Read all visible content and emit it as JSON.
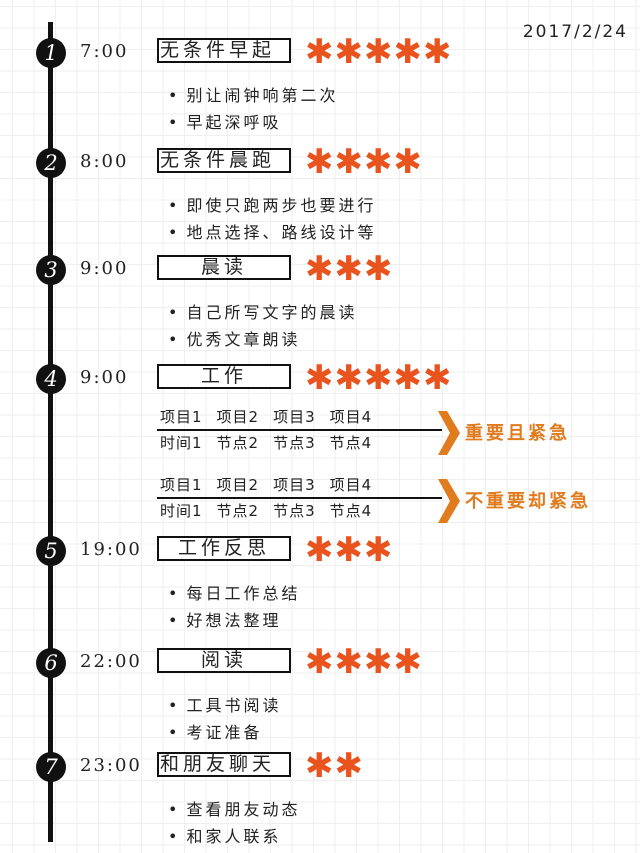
{
  "date": "2017/2/24",
  "colors": {
    "accent": "#e8531e",
    "category": "#e07b1e",
    "line": "#111111"
  },
  "entries": [
    {
      "num": "1",
      "time": "7:00",
      "title": "无条件早起",
      "stars": "✱✱✱✱✱",
      "rating": 5,
      "bullets": [
        "别让闹钟响第二次",
        "早起深呼吸"
      ]
    },
    {
      "num": "2",
      "time": "8:00",
      "title": "无条件晨跑",
      "stars": "✱✱✱✱",
      "rating": 4,
      "bullets": [
        "即使只跑两步也要进行",
        "地点选择、路线设计等"
      ]
    },
    {
      "num": "3",
      "time": "9:00",
      "title": "晨读",
      "stars": "✱✱✱",
      "rating": 3,
      "bullets": [
        "自己所写文字的晨读",
        "优秀文章朗读"
      ]
    },
    {
      "num": "4",
      "time": "9:00",
      "title": "工作",
      "stars": "✱✱✱✱✱",
      "rating": 5,
      "bullets": []
    },
    {
      "num": "5",
      "time": "19:00",
      "title": "工作反思",
      "stars": "✱✱✱",
      "rating": 3,
      "bullets": [
        "每日工作总结",
        "好想法整理"
      ]
    },
    {
      "num": "6",
      "time": "22:00",
      "title": "阅读",
      "stars": "✱✱✱✱",
      "rating": 4,
      "bullets": [
        "工具书阅读",
        "考证准备"
      ]
    },
    {
      "num": "7",
      "time": "23:00",
      "title": "和朋友聊天",
      "stars": "✱✱",
      "rating": 2,
      "bullets": [
        "查看朋友动态",
        "和家人联系"
      ]
    }
  ],
  "work_matrix": [
    {
      "items": [
        "项目1",
        "项目2",
        "项目3",
        "项目4"
      ],
      "times": [
        "时间1",
        "节点2",
        "节点3",
        "节点4"
      ],
      "category": "重要且紧急"
    },
    {
      "items": [
        "项目1",
        "项目2",
        "项目3",
        "项目4"
      ],
      "times": [
        "时间1",
        "节点2",
        "节点3",
        "节点4"
      ],
      "category": "不重要却紧急"
    }
  ]
}
